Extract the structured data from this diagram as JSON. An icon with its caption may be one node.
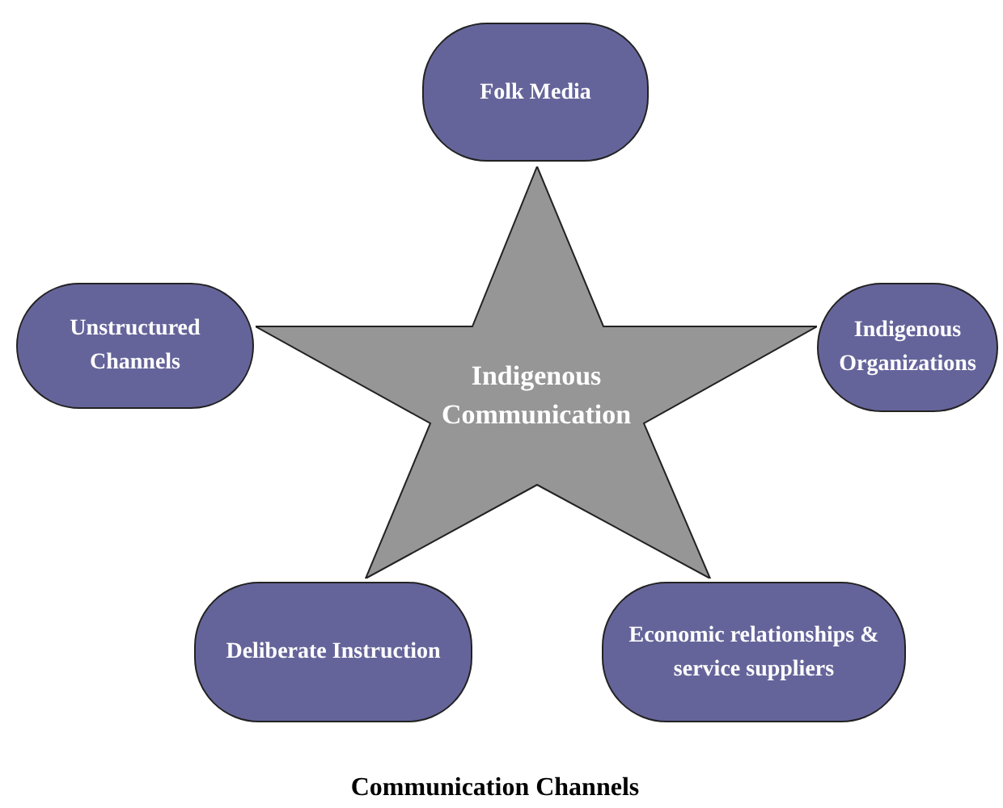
{
  "diagram": {
    "caption": "Communication Channels",
    "nodes": [
      {
        "text": [
          "Folk Media"
        ]
      },
      {
        "text": [
          "Unstructured Channels"
        ]
      },
      {
        "text": [
          "Indigenous Communication"
        ]
      },
      {
        "text": [
          "Indigenous Organizations"
        ]
      },
      {
        "text": [
          "Deliberate Instruction"
        ]
      },
      {
        "text": [
          "Economic relationships & service suppliers"
        ]
      }
    ]
  }
}
